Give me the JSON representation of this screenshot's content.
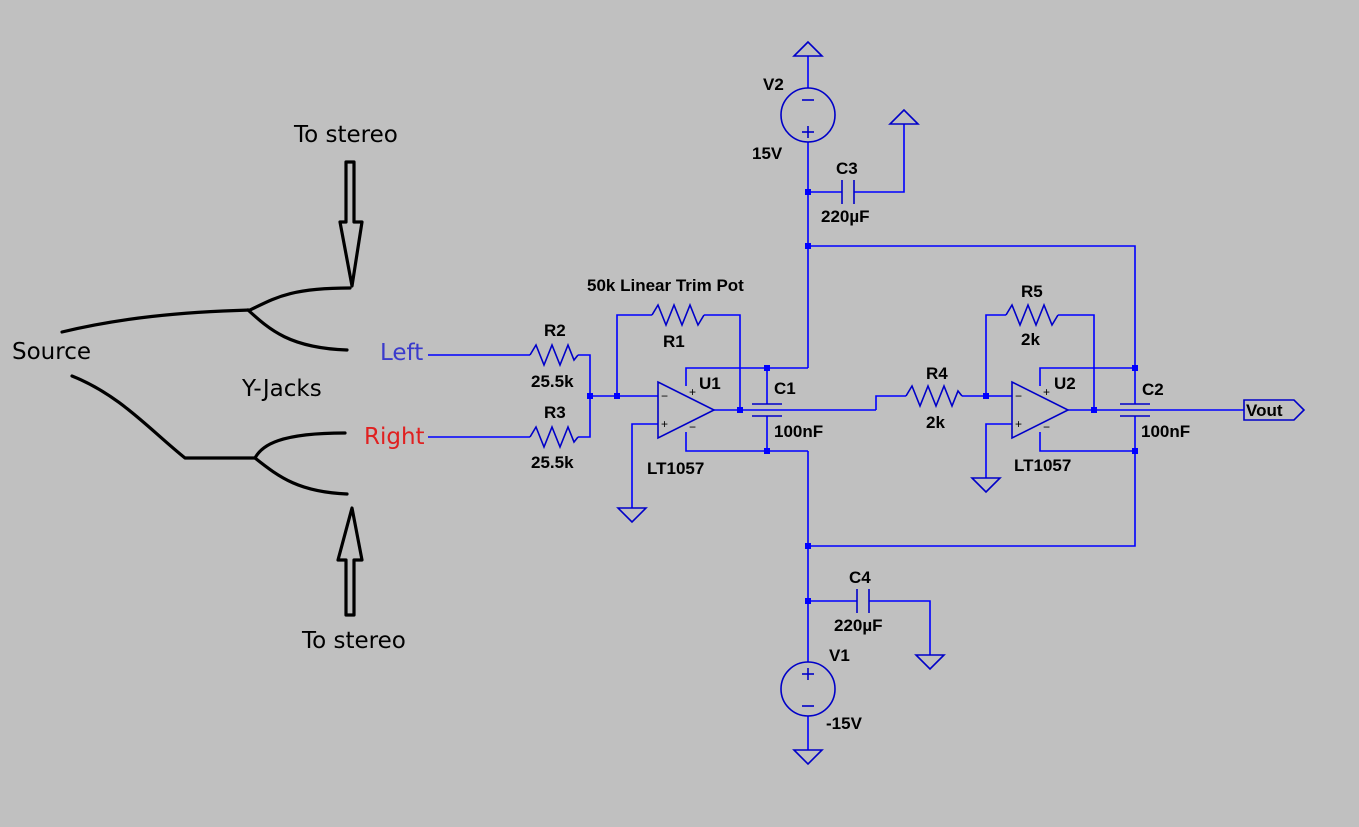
{
  "hand_labels": {
    "to_stereo_top": "To stereo",
    "to_stereo_bottom": "To stereo",
    "source": "Source",
    "y_jacks": "Y-Jacks",
    "left": "Left",
    "right": "Right"
  },
  "colors": {
    "background": "#c0c0c0",
    "wire": "#0000ff",
    "left_label": "#3a3acc",
    "right_label": "#e02020"
  },
  "components": {
    "V2": {
      "name": "V2",
      "value": "15V"
    },
    "V1": {
      "name": "V1",
      "value": "-15V"
    },
    "C3": {
      "name": "C3",
      "value": "220µF"
    },
    "C4": {
      "name": "C4",
      "value": "220µF"
    },
    "R1": {
      "name": "R1",
      "title": "50k Linear Trim Pot"
    },
    "R2": {
      "name": "R2",
      "value": "25.5k"
    },
    "R3": {
      "name": "R3",
      "value": "25.5k"
    },
    "R4": {
      "name": "R4",
      "value": "2k"
    },
    "R5": {
      "name": "R5",
      "value": "2k"
    },
    "C1": {
      "name": "C1",
      "value": "100nF"
    },
    "C2": {
      "name": "C2",
      "value": "100nF"
    },
    "U1": {
      "name": "U1",
      "value": "LT1057"
    },
    "U2": {
      "name": "U2",
      "value": "LT1057"
    }
  },
  "output_label": "Vout",
  "symbols": {
    "plus": "+",
    "minus": "−"
  }
}
